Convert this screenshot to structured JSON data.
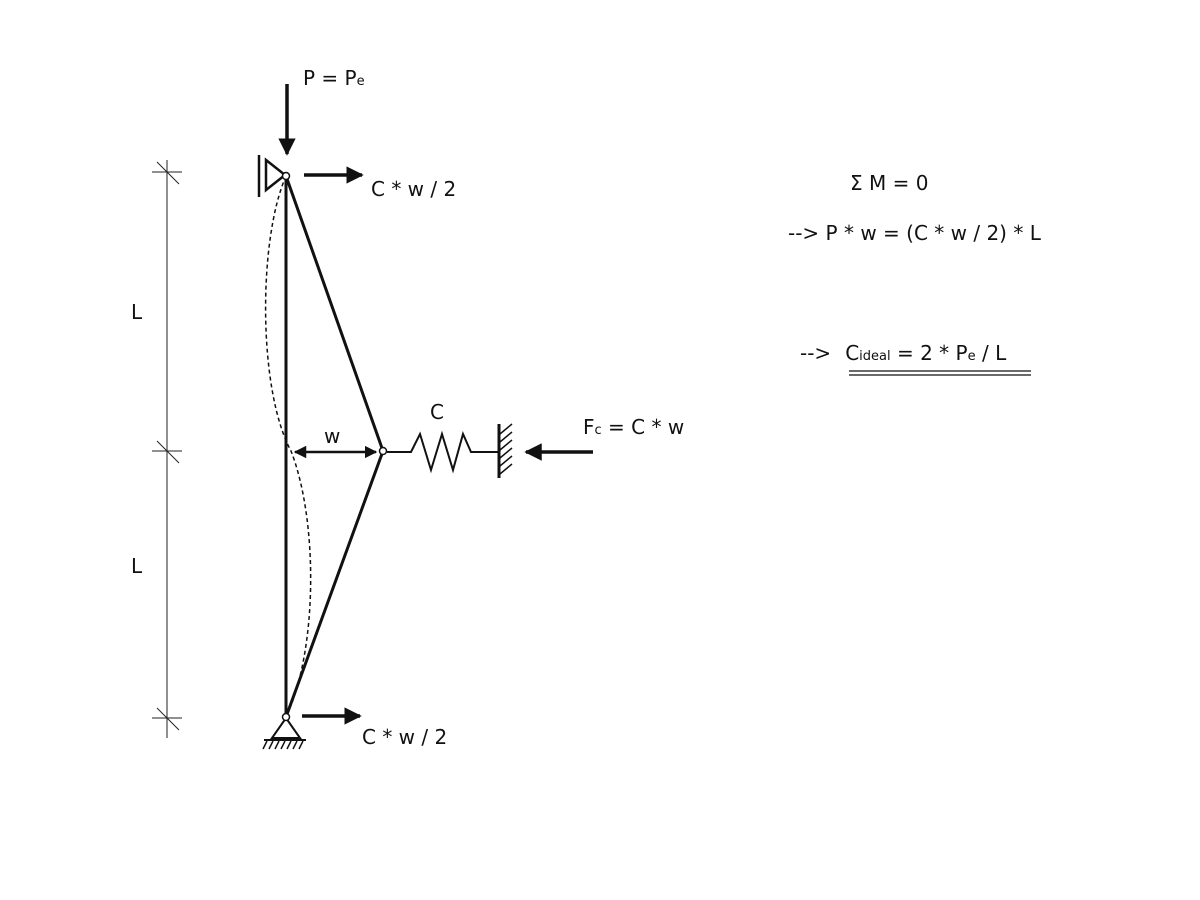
{
  "diagram": {
    "load": {
      "main": "P = P",
      "sub": "e"
    },
    "top_reaction": "C * w / 2",
    "bottom_reaction": "C * w / 2",
    "length_top": "L",
    "length_bottom": "L",
    "deflection": "w",
    "spring_label": "C",
    "spring_force": {
      "main": "F",
      "sub": "c",
      "rest": " = C * w"
    }
  },
  "equations": {
    "sum_moments": "Σ M = 0",
    "moment_eq": "-->  P * w = (C * w / 2) * L",
    "result": {
      "arrow": "-->",
      "c": "C",
      "c_sub": "ideal",
      "mid": " = 2 * P",
      "p_sub": "e",
      "tail": " / L"
    }
  }
}
